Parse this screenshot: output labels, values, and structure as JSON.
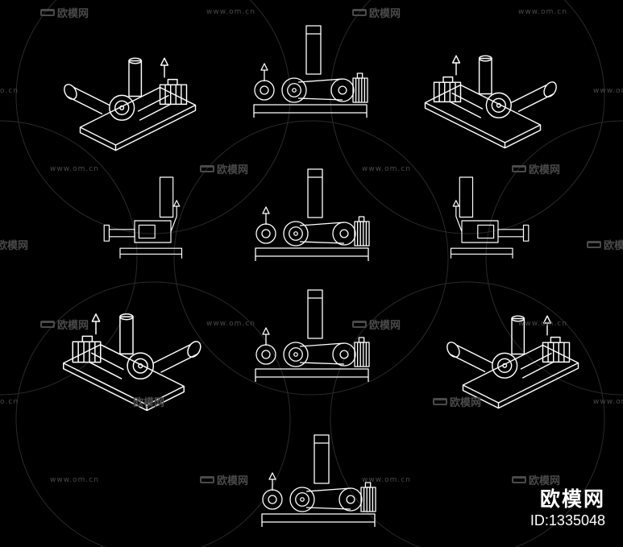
{
  "watermark": {
    "url_text": "www.om.cn",
    "logo_text": "欧模网"
  },
  "brand": {
    "name": "欧模网",
    "id": "ID:1335048"
  },
  "colors": {
    "background": "#000000",
    "line": "#ffffff",
    "watermark": "#4a4a4a"
  },
  "drawings": [
    {
      "view": "iso-left"
    },
    {
      "view": "front"
    },
    {
      "view": "iso-right"
    },
    {
      "view": "side-left"
    },
    {
      "view": "front"
    },
    {
      "view": "side-right"
    },
    {
      "view": "iso-left"
    },
    {
      "view": "front"
    },
    {
      "view": "iso-right"
    },
    {
      "view": "front"
    }
  ]
}
